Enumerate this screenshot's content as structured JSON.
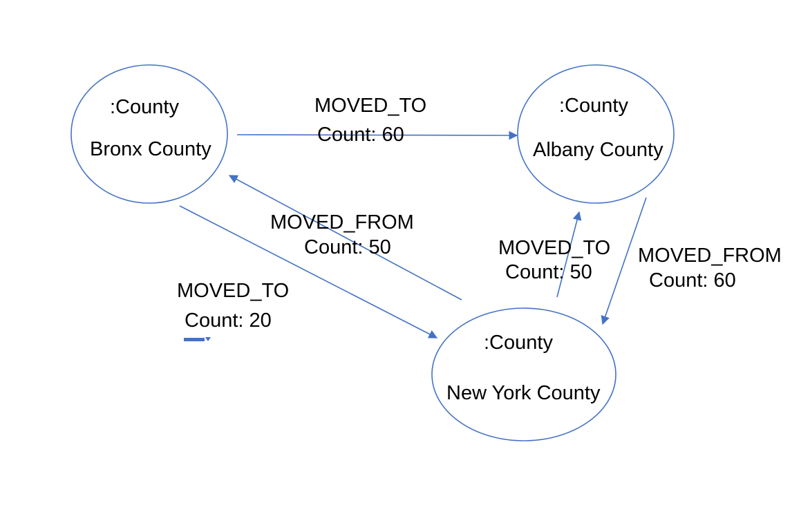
{
  "colors": {
    "stroke": "#4472C4",
    "text": "#000000",
    "background": "#FFFFFF"
  },
  "nodes": [
    {
      "id": "bronx",
      "type_label": ":County",
      "name": "Bronx County"
    },
    {
      "id": "albany",
      "type_label": ":County",
      "name": "Albany County"
    },
    {
      "id": "newyork",
      "type_label": ":County",
      "name": "New York County"
    }
  ],
  "edges": [
    {
      "from": "bronx",
      "to": "albany",
      "rel": "MOVED_TO",
      "count": "Count: 60"
    },
    {
      "from": "newyork",
      "to": "bronx",
      "rel": "MOVED_FROM",
      "count": "Count: 50"
    },
    {
      "from": "bronx",
      "to": "newyork",
      "rel": "MOVED_TO",
      "count": "Count: 20"
    },
    {
      "from": "newyork",
      "to": "albany",
      "rel": "MOVED_TO",
      "count": "Count: 50"
    },
    {
      "from": "albany",
      "to": "newyork",
      "rel": "MOVED_FROM",
      "count": "Count: 60"
    }
  ]
}
